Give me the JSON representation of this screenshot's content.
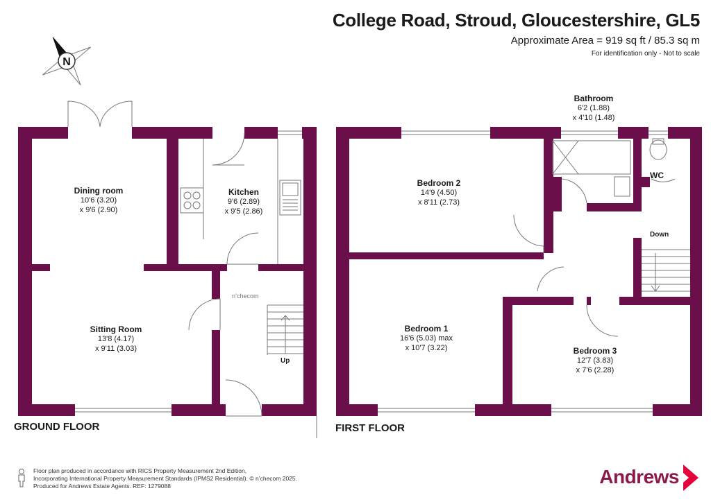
{
  "header": {
    "title": "College Road, Stroud, Gloucestershire, GL5",
    "area": "Approximate Area = 919 sq ft / 85.3 sq m",
    "disclaimer": "For identification only - Not to scale"
  },
  "compass": {
    "letter": "N"
  },
  "ground_floor": {
    "label": "GROUND FLOOR",
    "rooms": [
      {
        "name": "Dining room",
        "line1": "10'6 (3.20)",
        "line2": "x 9'6 (2.90)"
      },
      {
        "name": "Kitchen",
        "line1": "9'6 (2.89)",
        "line2": "x 9'5 (2.86)"
      },
      {
        "name": "Sitting Room",
        "line1": "13'8 (4.17)",
        "line2": "x 9'11 (3.03)"
      }
    ],
    "stairs_label": "Up"
  },
  "first_floor": {
    "label": "FIRST FLOOR",
    "rooms": [
      {
        "name": "Bedroom 2",
        "line1": "14'9 (4.50)",
        "line2": "x 8'11 (2.73)"
      },
      {
        "name": "Bathroom",
        "line1": "6'2 (1.88)",
        "line2": "x 4'10 (1.48)"
      },
      {
        "name": "Bedroom 1",
        "line1": "16'6 (5.03) max",
        "line2": "x 10'7 (3.22)"
      },
      {
        "name": "Bedroom 3",
        "line1": "12'7 (3.83)",
        "line2": "x 7'6 (2.28)"
      }
    ],
    "wc_label": "WC",
    "stairs_label": "Down"
  },
  "footer": {
    "line1": "Floor plan produced in accordance with RICS Property Measurement 2nd Edition,",
    "line2": "Incorporating International Property Measurement Standards (IPMS2 Residential).  © n’checom 2025.",
    "line3": "Produced for Andrews Estate Agents.   REF: 1279088"
  },
  "watermark": "n’checom",
  "brand": {
    "name": "Andrews"
  },
  "colors": {
    "wall": "#6b0f4a",
    "brand": "#8b1a4a",
    "brand_accent": "#e4003a"
  }
}
